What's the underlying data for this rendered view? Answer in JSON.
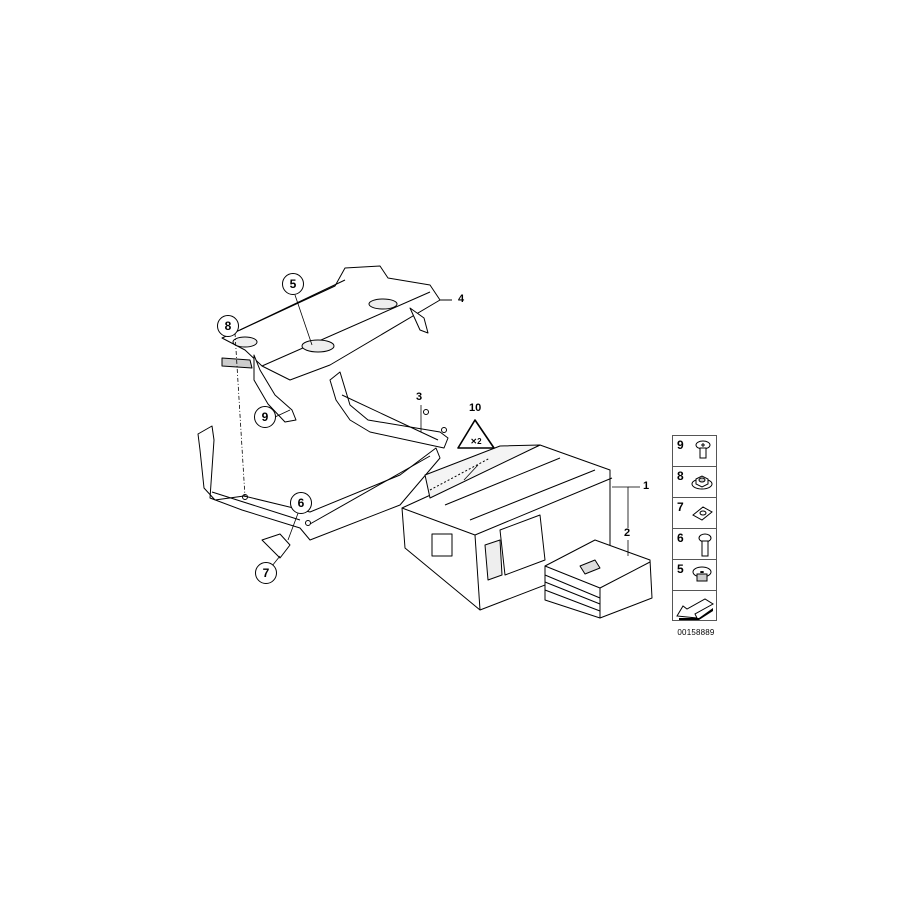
{
  "diagram": {
    "type": "exploded-parts-diagram",
    "document_number": "00158889",
    "callouts": [
      {
        "id": "1",
        "label": "1",
        "style": "plain"
      },
      {
        "id": "2",
        "label": "2",
        "style": "plain"
      },
      {
        "id": "3",
        "label": "3",
        "style": "plain"
      },
      {
        "id": "4",
        "label": "4",
        "style": "plain"
      },
      {
        "id": "5",
        "label": "5",
        "style": "circled"
      },
      {
        "id": "6",
        "label": "6",
        "style": "circled"
      },
      {
        "id": "7",
        "label": "7",
        "style": "circled"
      },
      {
        "id": "8",
        "label": "8",
        "style": "circled"
      },
      {
        "id": "9",
        "label": "9",
        "style": "circled"
      },
      {
        "id": "10",
        "label": "10",
        "style": "plain",
        "symbol": "warning-triangle-label"
      }
    ],
    "parts": {
      "p1": "CD changer unit",
      "p2": "CD magazine",
      "p3": "bracket (lower rear)",
      "p4": "support plate (upper)",
      "p5": "expanding nut",
      "p6": "hex bolt with flange",
      "p7": "clip nut",
      "p8": "hex nut with flange",
      "p9": "screw"
    },
    "legend": [
      {
        "label": "9",
        "icon": "screw-icon"
      },
      {
        "label": "8",
        "icon": "hex-nut-icon"
      },
      {
        "label": "7",
        "icon": "clip-nut-icon"
      },
      {
        "label": "6",
        "icon": "bolt-icon"
      },
      {
        "label": "5",
        "icon": "expanding-nut-icon"
      },
      {
        "label": "",
        "icon": "arrow-pointer-icon"
      }
    ]
  }
}
